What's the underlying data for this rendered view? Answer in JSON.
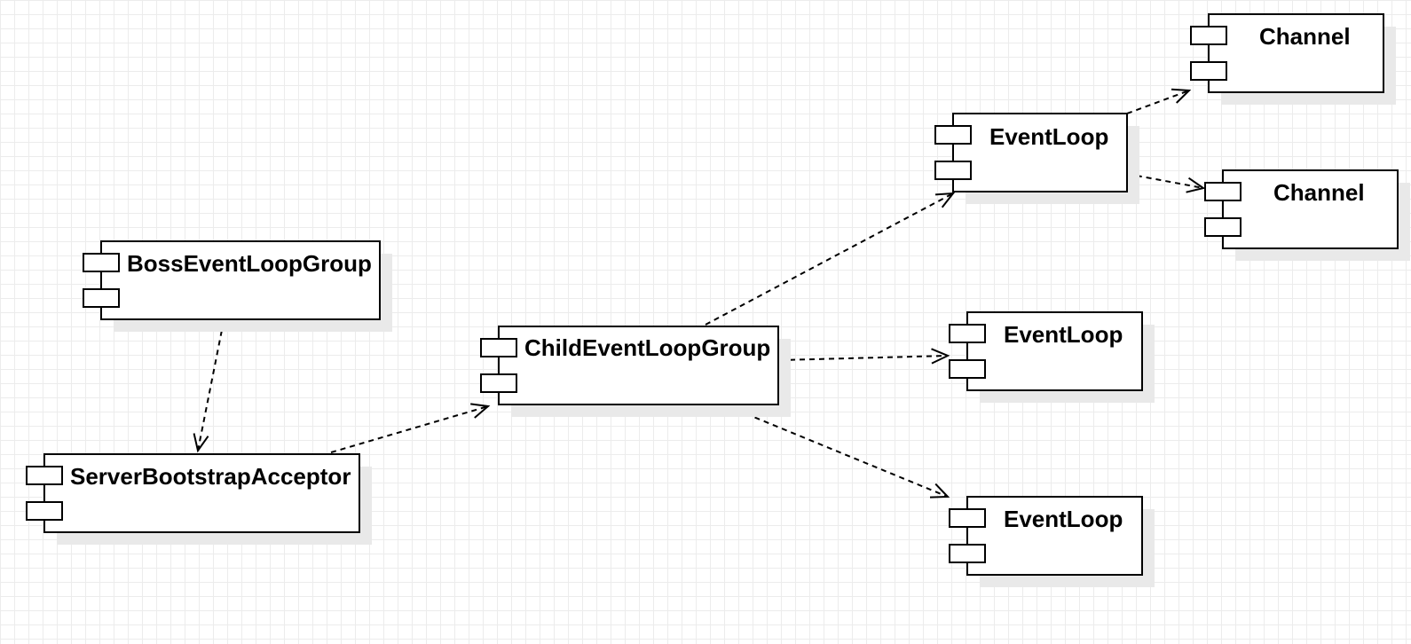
{
  "diagram": {
    "nodes": [
      {
        "id": "boss",
        "label": "BossEventLoopGroup"
      },
      {
        "id": "acceptor",
        "label": "ServerBootstrapAcceptor"
      },
      {
        "id": "child",
        "label": "ChildEventLoopGroup"
      },
      {
        "id": "loop1",
        "label": "EventLoop"
      },
      {
        "id": "loop2",
        "label": "EventLoop"
      },
      {
        "id": "loop3",
        "label": "EventLoop"
      },
      {
        "id": "channel1",
        "label": "Channel"
      },
      {
        "id": "channel2",
        "label": "Channel"
      }
    ],
    "edges": [
      {
        "from": "boss",
        "to": "acceptor",
        "style": "dashed-open-arrow"
      },
      {
        "from": "acceptor",
        "to": "child",
        "style": "dashed-open-arrow"
      },
      {
        "from": "child",
        "to": "loop1",
        "style": "dashed-open-arrow"
      },
      {
        "from": "child",
        "to": "loop2",
        "style": "dashed-open-arrow"
      },
      {
        "from": "child",
        "to": "loop3",
        "style": "dashed-open-arrow"
      },
      {
        "from": "loop1",
        "to": "channel1",
        "style": "dashed-open-arrow"
      },
      {
        "from": "loop1",
        "to": "channel2",
        "style": "dashed-open-arrow"
      }
    ],
    "node_shape": "uml-component",
    "background": "grid"
  }
}
